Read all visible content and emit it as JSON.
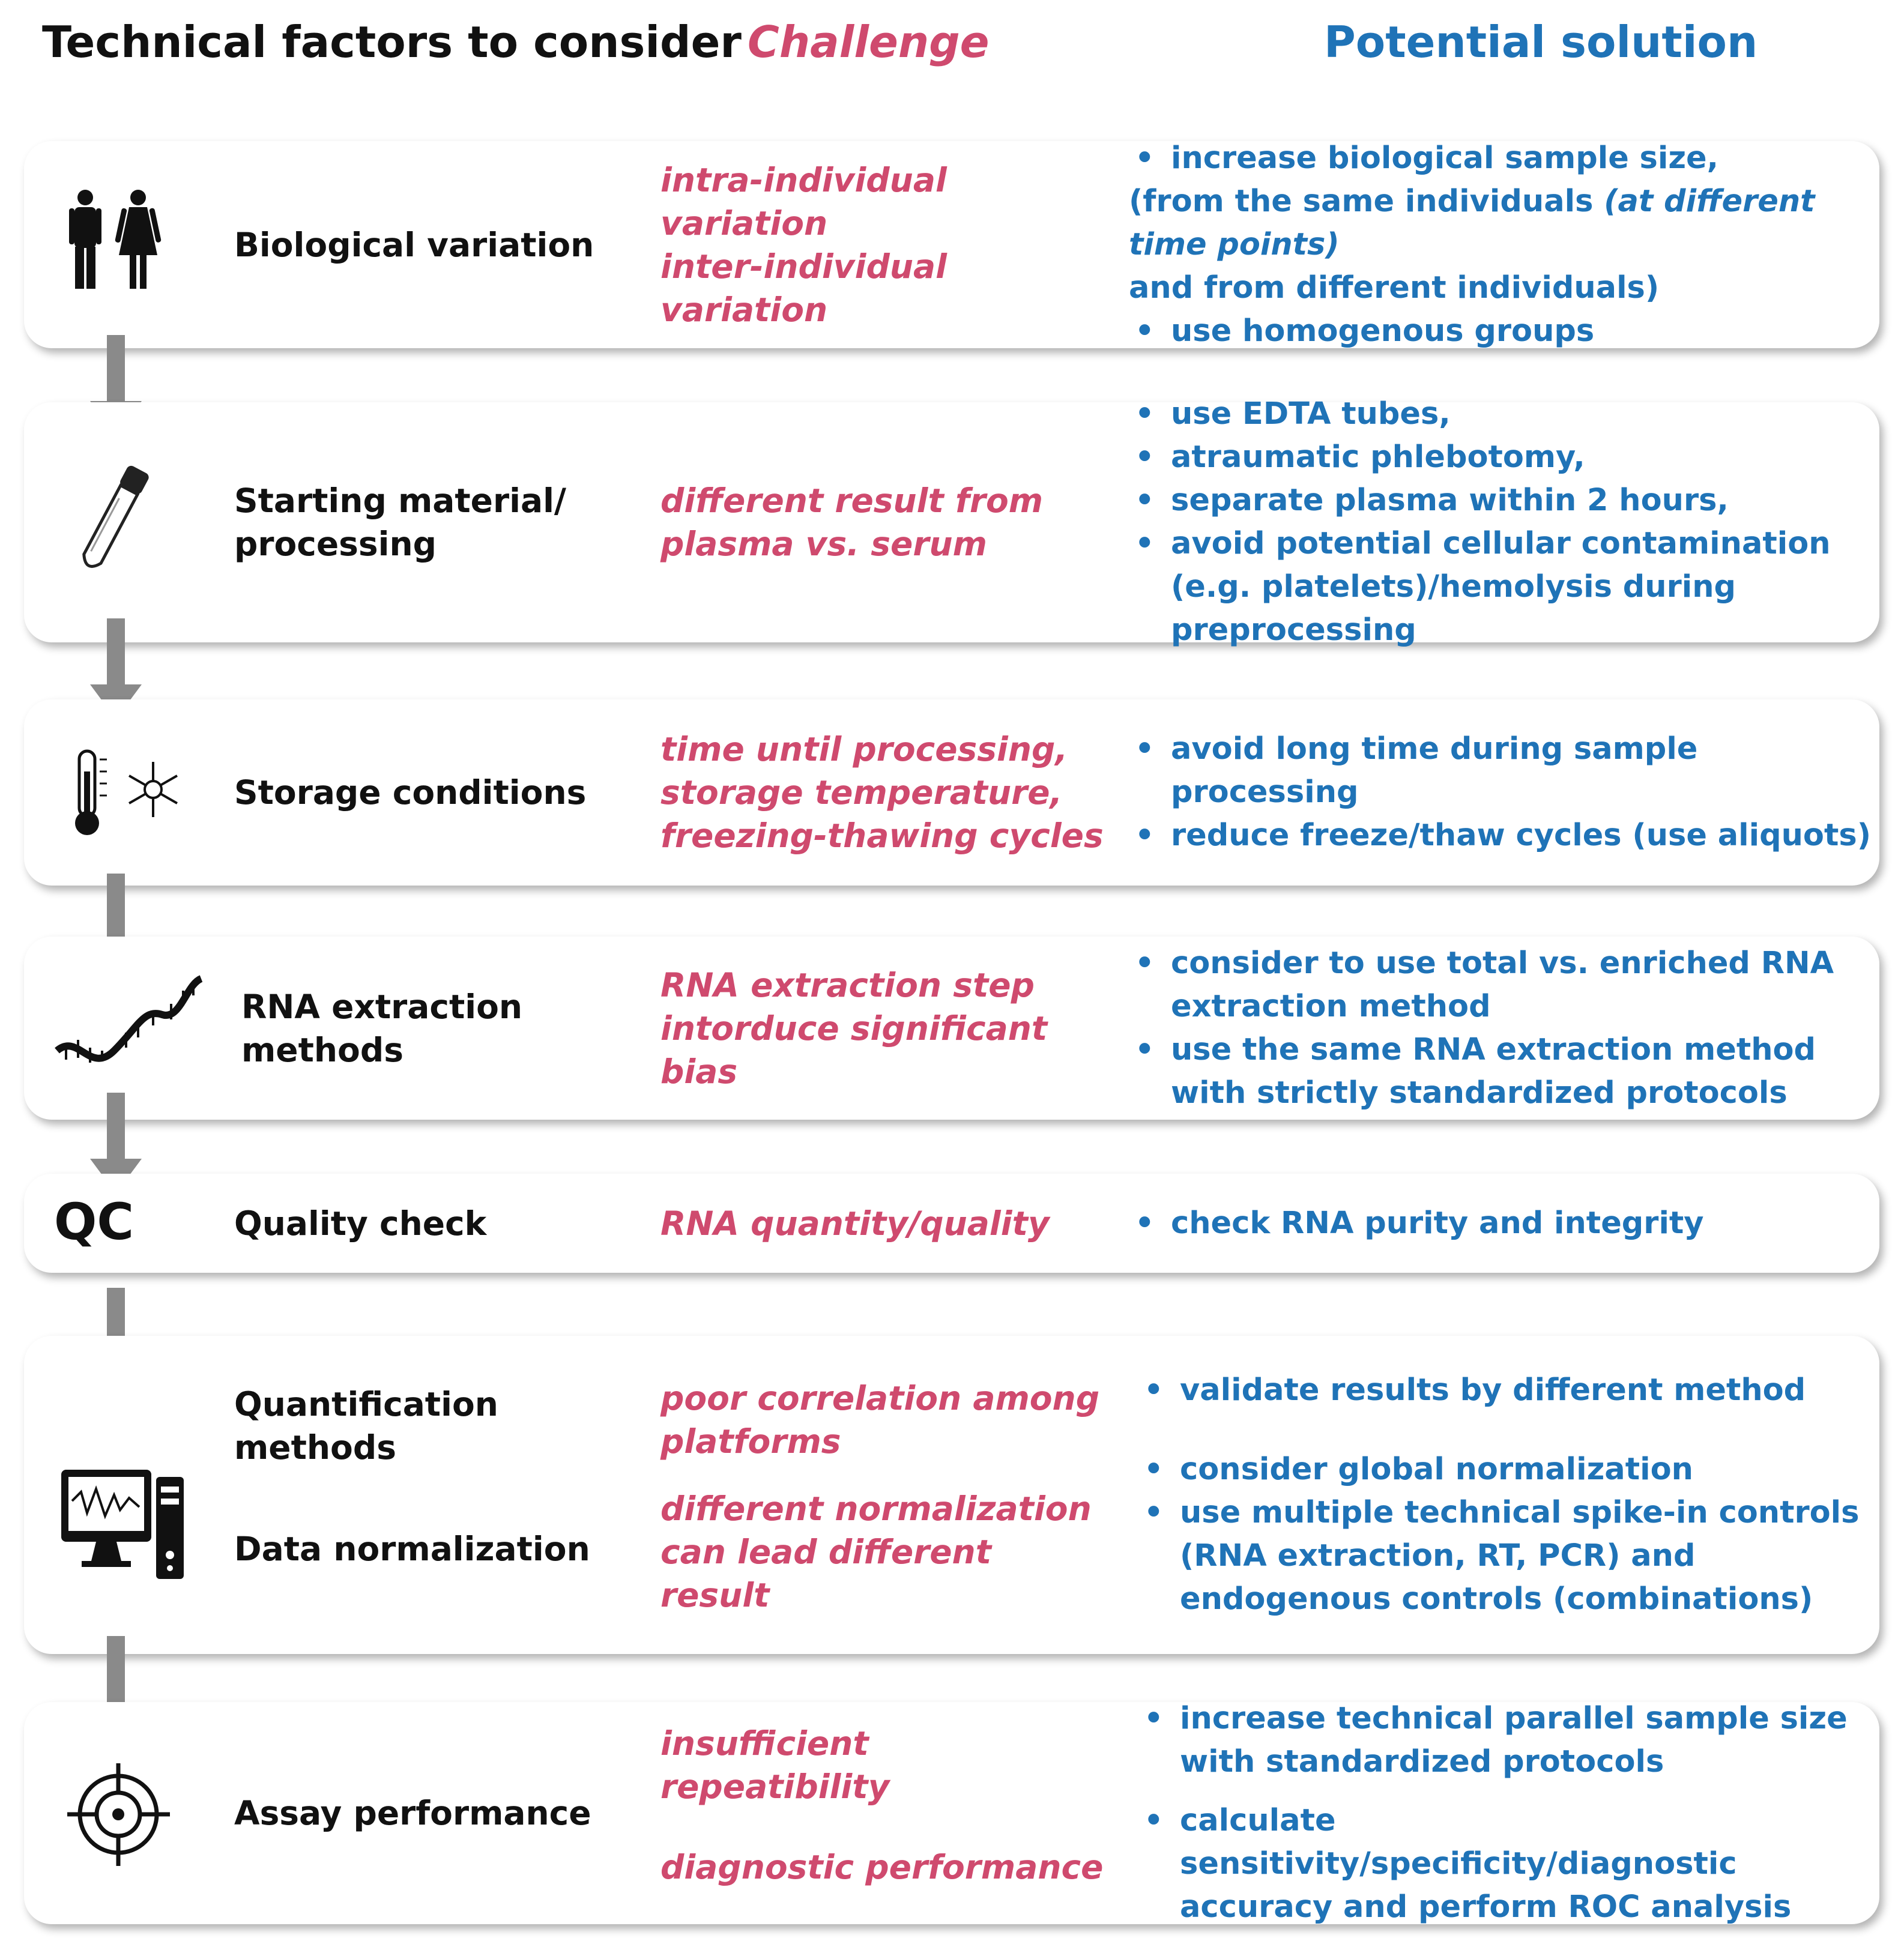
{
  "headers": {
    "factors": "Technical factors to consider",
    "challenge": "Challenge",
    "solution": "Potential solution"
  },
  "rows": [
    {
      "factor": [
        "Biological variation"
      ],
      "challenge": [
        "intra-individual variation",
        "inter-individual variation"
      ],
      "solution_line1": "increase biological sample size,",
      "solution_line2a": "(from the same individuals ",
      "solution_line2b": "(at different time points)",
      "solution_line3": "and from different individuals)",
      "solution_line4": "use homogenous groups",
      "icon": "people-icon"
    },
    {
      "factor": [
        "Starting material/",
        "processing"
      ],
      "challenge": [
        "different result from",
        "plasma vs. serum"
      ],
      "solution": [
        "use EDTA tubes,",
        "atraumatic phlebotomy,",
        "separate plasma within 2 hours,",
        "avoid potential cellular contamination (e.g. platelets)/hemolysis during preprocessing"
      ],
      "icon": "test-tube-icon"
    },
    {
      "factor": [
        "Storage conditions"
      ],
      "challenge": [
        "time until processing,",
        "storage temperature,",
        "freezing-thawing cycles"
      ],
      "solution": [
        "avoid long time during sample processing",
        "reduce freeze/thaw cycles (use aliquots)"
      ],
      "icon": "thermometer-snowflake-icon"
    },
    {
      "factor": [
        "RNA extraction",
        "methods"
      ],
      "challenge": [
        "RNA extraction step",
        "intorduce significant bias"
      ],
      "solution": [
        "consider to use total vs. enriched RNA extraction method",
        "use the same RNA extraction method with strictly standardized protocols"
      ],
      "icon": "rna-strand-icon"
    },
    {
      "factor": [
        "Quality check"
      ],
      "challenge": [
        "RNA quantity/quality"
      ],
      "solution": [
        "check RNA purity and integrity"
      ],
      "icon_text": "QC"
    },
    {
      "factor_a": [
        "Quantification",
        "methods"
      ],
      "factor_b": [
        "Data normalization"
      ],
      "challenge_a": [
        "poor correlation among",
        "platforms"
      ],
      "challenge_b": [
        "different normalization",
        "can lead different result"
      ],
      "solution_a": [
        "validate results by different method"
      ],
      "solution_b": [
        "consider global normalization",
        "use multiple technical spike-in controls (RNA extraction, RT, PCR) and endogenous controls (combinations)"
      ],
      "icon": "computer-icon"
    },
    {
      "factor": [
        "Assay performance"
      ],
      "challenge_a": [
        "insufficient repeatibility"
      ],
      "challenge_b": [
        "diagnostic performance"
      ],
      "solution": [
        "increase technical parallel sample size with standardized protocols",
        "calculate sensitivity/specificity/diagnostic accuracy and perform ROC analysis"
      ],
      "icon": "target-icon"
    }
  ],
  "colors": {
    "factor_text": "#111111",
    "challenge_text": "#cf4a6e",
    "solution_text": "#1f73b7",
    "arrow": "#8a8a8a"
  }
}
